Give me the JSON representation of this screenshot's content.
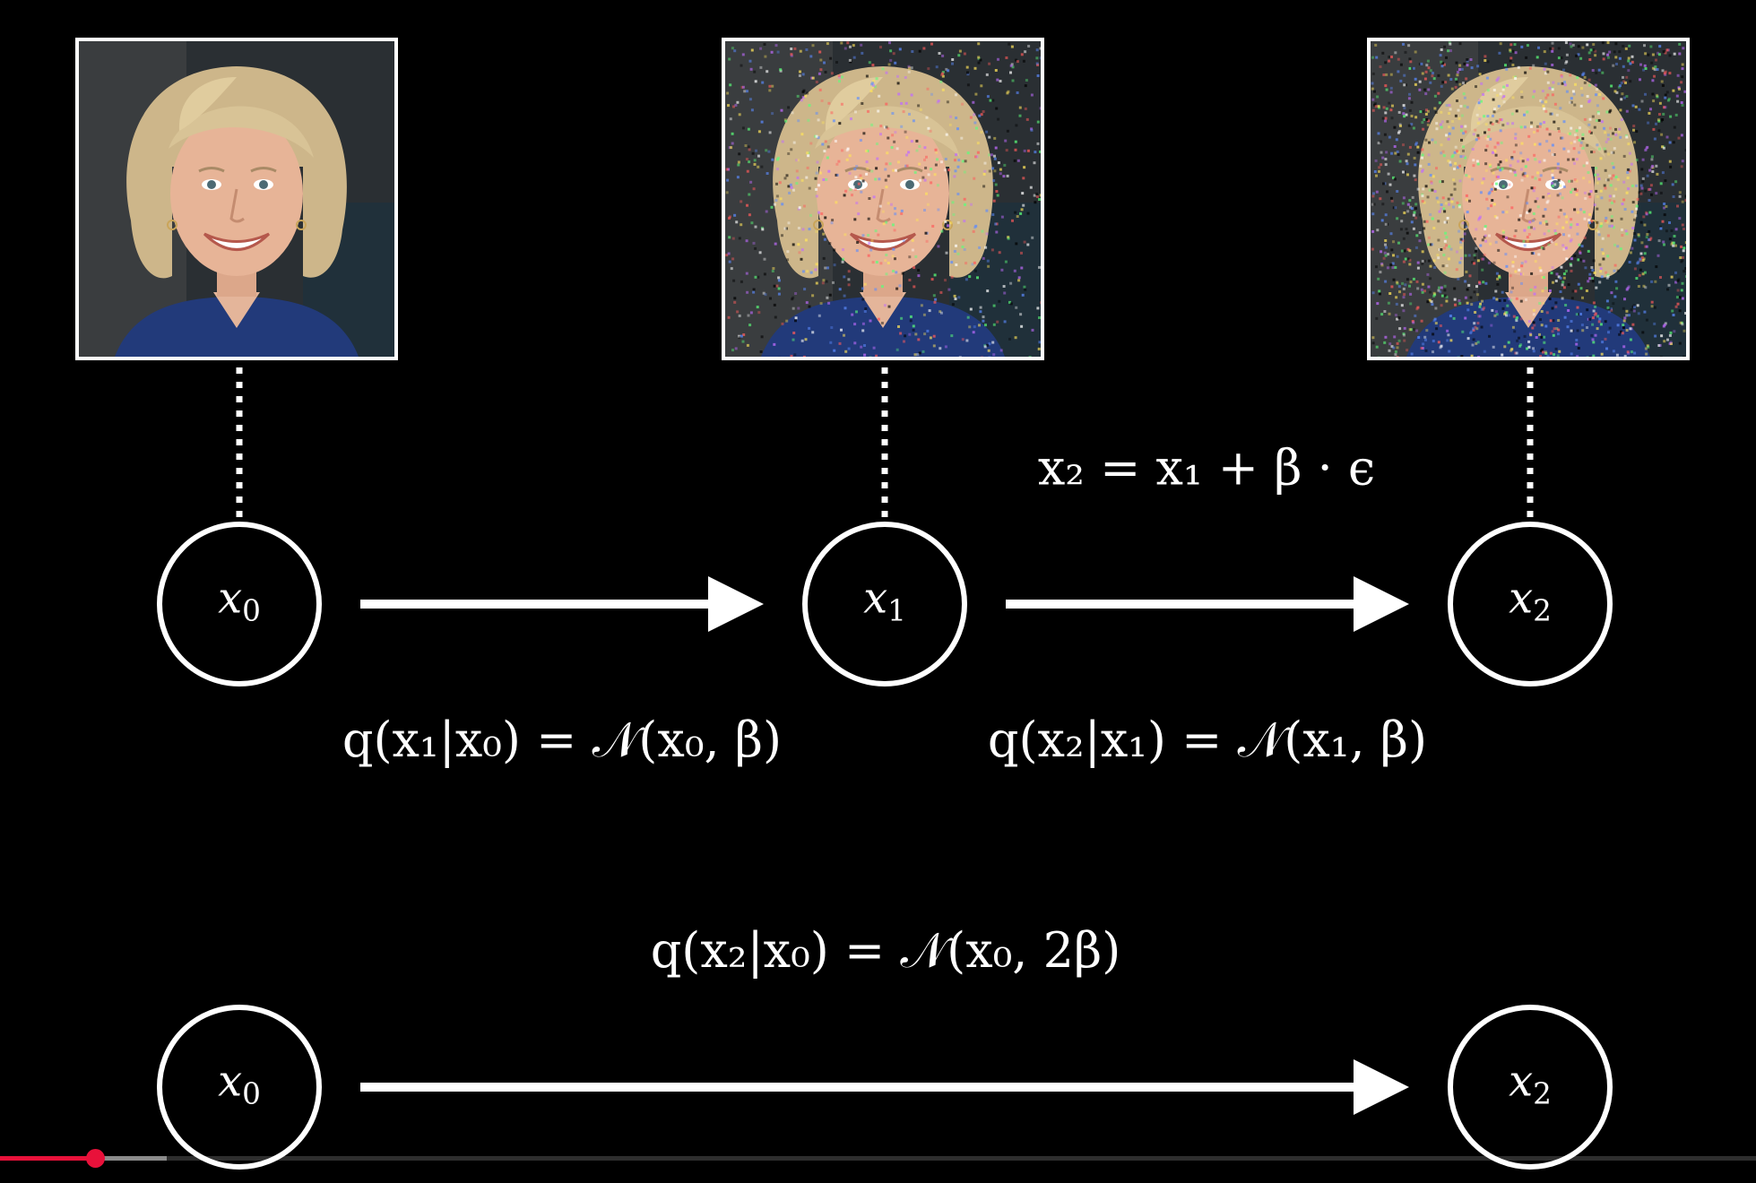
{
  "images": [
    {
      "name": "x0-image",
      "noise": 0.0
    },
    {
      "name": "x1-image",
      "noise": 0.35
    },
    {
      "name": "x2-image",
      "noise": 0.7
    }
  ],
  "nodes": {
    "top": [
      {
        "var": "x",
        "sub": "0"
      },
      {
        "var": "x",
        "sub": "1"
      },
      {
        "var": "x",
        "sub": "2"
      }
    ],
    "bottom": [
      {
        "var": "x",
        "sub": "0"
      },
      {
        "var": "x",
        "sub": "2"
      }
    ]
  },
  "equations": {
    "update": "x₂ = x₁ + β · ϵ",
    "q1": "q(x₁|x₀) = 𝒩(x₀, β)",
    "q2": "q(x₂|x₁) = 𝒩(x₁, β)",
    "q_direct": "q(x₂|x₀) = 𝒩(x₀, 2β)"
  },
  "progress": {
    "played_fraction": 0.054,
    "buffered_fraction": 0.095
  },
  "colors": {
    "background": "#000000",
    "foreground": "#ffffff",
    "progress_played": "#e8113a"
  }
}
